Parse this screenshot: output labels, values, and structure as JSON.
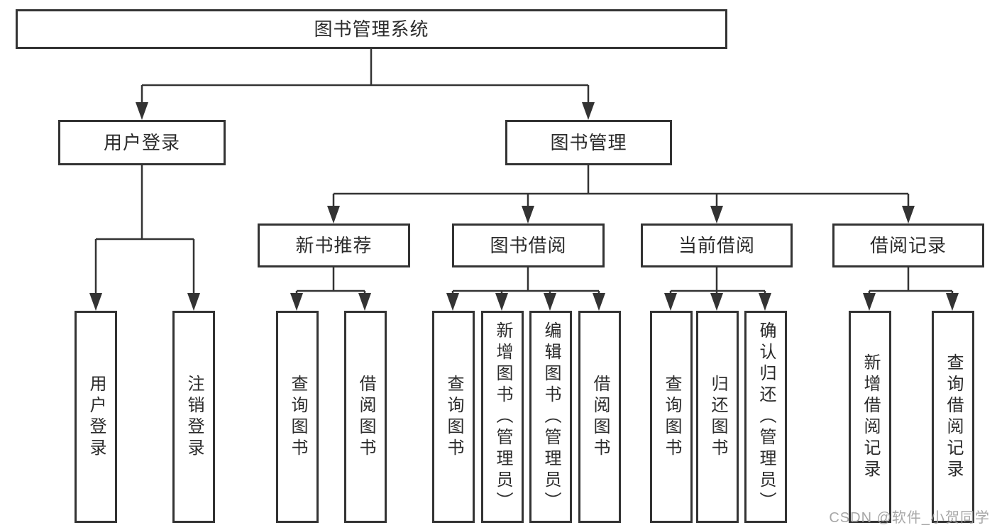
{
  "diagram": {
    "type": "hierarchy-tree",
    "colors": {
      "background": "#ffffff",
      "line": "#333333",
      "box_border": "#333333",
      "text": "#2b2b2b",
      "watermark": "#9e9e9e"
    },
    "watermark": "CSDN @软件_小贺同学",
    "nodes": {
      "root": {
        "label": "图书管理系统"
      },
      "user_login": {
        "label": "用户登录"
      },
      "book_mgmt": {
        "label": "图书管理"
      },
      "new_book_rec": {
        "label": "新书推荐"
      },
      "book_borrow": {
        "label": "图书借阅"
      },
      "current_borrow": {
        "label": "当前借阅"
      },
      "borrow_records": {
        "label": "借阅记录"
      },
      "leaf_user_login": {
        "label": "用户登录"
      },
      "leaf_logout": {
        "label": "注销登录"
      },
      "leaf_query_book_1": {
        "label": "查询图书"
      },
      "leaf_borrow_book_1": {
        "label": "借阅图书"
      },
      "leaf_query_book_2": {
        "label": "查询图书"
      },
      "leaf_add_book": {
        "label": "新增图书（管理员）"
      },
      "leaf_edit_book": {
        "label": "编辑图书（管理员）"
      },
      "leaf_borrow_book_2": {
        "label": "借阅图书"
      },
      "leaf_query_book_3": {
        "label": "查询图书"
      },
      "leaf_return_book": {
        "label": "归还图书"
      },
      "leaf_confirm_return": {
        "label": "确认归还（管理员）"
      },
      "leaf_add_record": {
        "label": "新增借阅记录"
      },
      "leaf_query_record": {
        "label": "查询借阅记录"
      }
    },
    "hierarchy": {
      "图书管理系统": {
        "用户登录": [
          "用户登录",
          "注销登录"
        ],
        "图书管理": {
          "新书推荐": [
            "查询图书",
            "借阅图书"
          ],
          "图书借阅": [
            "查询图书",
            "新增图书（管理员）",
            "编辑图书（管理员）",
            "借阅图书"
          ],
          "当前借阅": [
            "查询图书",
            "归还图书",
            "确认归还（管理员）"
          ],
          "借阅记录": [
            "新增借阅记录",
            "查询借阅记录"
          ]
        }
      }
    }
  }
}
